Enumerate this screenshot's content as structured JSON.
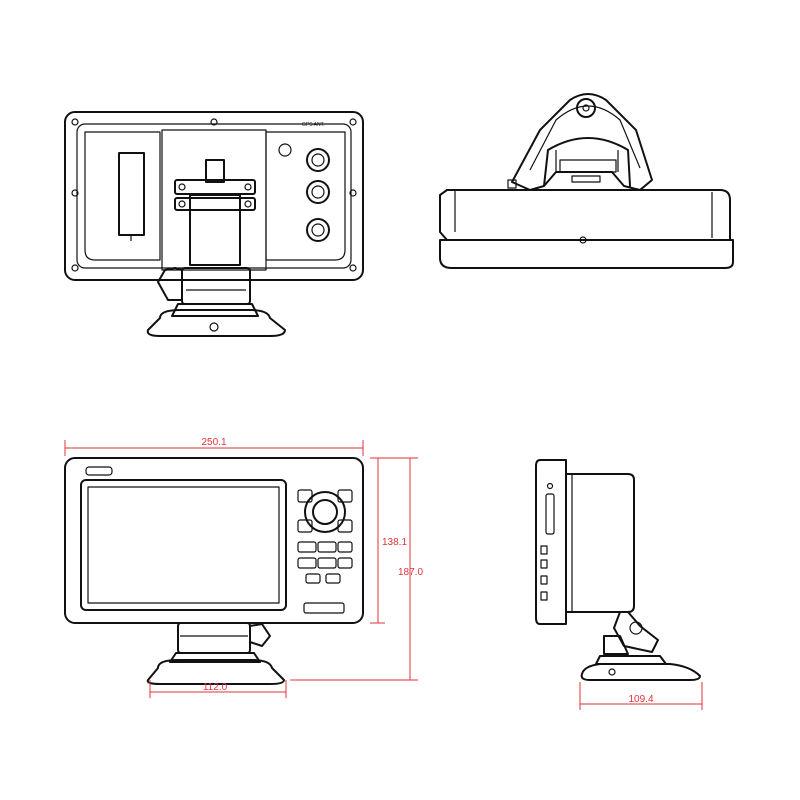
{
  "rear_view": {
    "connector_label": "GPS  ANT."
  },
  "dimensions": {
    "width": "250.1",
    "display_height": "138.1",
    "total_height": "187.0",
    "base_width": "112.0",
    "side_base_width": "109.4"
  },
  "colors": {
    "dimension": "#e0333a",
    "line": "#111111",
    "background": "#ffffff"
  }
}
